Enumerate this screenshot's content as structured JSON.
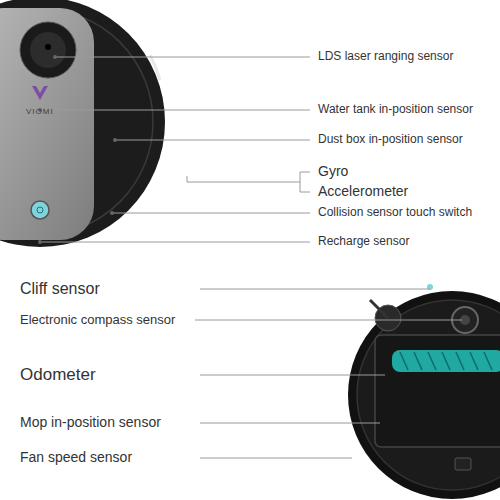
{
  "diagram": {
    "labels": [
      "LDS laser ranging sensor",
      "Water tank in-position sensor",
      "Dust box in-position sensor",
      "Gyro",
      "Accelerometer",
      "Collision sensor touch switch",
      "Recharge sensor",
      "VIOMI",
      "Cliff sensor",
      "Electronic compass sensor",
      "Odometer",
      "Mop in-position sensor",
      "Fan speed sensor"
    ]
  }
}
